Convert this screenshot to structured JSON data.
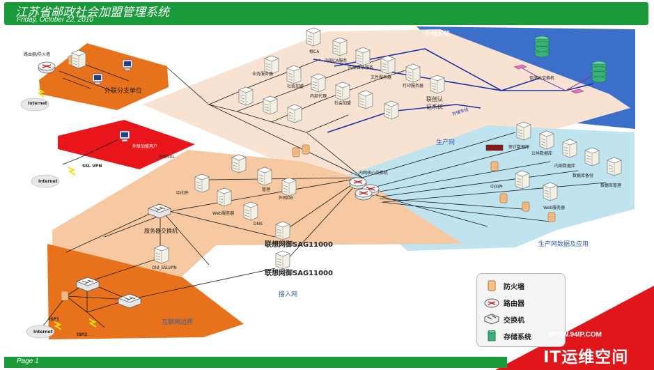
{
  "header": {
    "title": "江苏省邮政社会加盟管理系统",
    "date": "Friday, October 22, 2010"
  },
  "footer": {
    "page_label": "Page 1"
  },
  "zones": {
    "branch": "外联分支单位",
    "vpn": "外联SSL",
    "production": "生产网",
    "production_data": "生产网数据及应用",
    "access": "接入网",
    "internet_border": "互联网边界",
    "storage": "存储系统"
  },
  "labels": {
    "router_firewall": "路由器/防火墙",
    "internet_1": "Internet",
    "internet_2": "Internet",
    "internet_3": "Internet",
    "ssl_vpn": "SSL VPN",
    "vpn_user": "外联加盟用户",
    "ca_root": "根CA",
    "internal_ca": "内部CA服务",
    "internal_dir": "内部目录服务",
    "file_server": "文件服务器",
    "print_server": "打印服务器",
    "business_server": "业务服务器",
    "join_1": "社会加盟",
    "join_2": "社会加盟",
    "internal_proxy": "内部代理",
    "union_auth_l1": "联创认",
    "union_auth_l2": "证系统",
    "storage_net": "存储光交换机",
    "storage_link": "存储专线",
    "core_switch": "内网核心交换机",
    "audit_db": "审计数据库",
    "public_db": "公共数据库",
    "internal_db": "内部数据库",
    "db_backup": "数据库备份",
    "db_mgmt": "数据库管理",
    "middle_1": "中间件",
    "middle_2": "中间件",
    "manage": "管理",
    "web_server_1": "Web服务器",
    "web_server_2": "Web服务器",
    "external_db": "外网DB",
    "dns": "DNS",
    "server_switch": "服务器交换机",
    "sag_1": "联想网御SAG11000",
    "sag_2": "联想网御SAG11000",
    "old_sslvpn": "Old_SSLVPN",
    "isp1": "ISP1",
    "isp2": "ISP2"
  },
  "legend": {
    "firewall": "防火墙",
    "router": "路由器",
    "switch": "交换机",
    "storage": "存储系统"
  },
  "watermark": {
    "url": "WWW.94IP.COM",
    "brand": "IT运维空间"
  },
  "colors": {
    "header_green": "#1a9a3a",
    "orange_zone": "#e8711c",
    "red_zone": "#e8161a",
    "peach_zone": "#f8e3d3",
    "light_orange_zone": "#f6c9a3",
    "blue_zone": "#3b6fc9",
    "light_blue_zone": "#bfe3ef",
    "watermark_red": "#e0161a"
  }
}
